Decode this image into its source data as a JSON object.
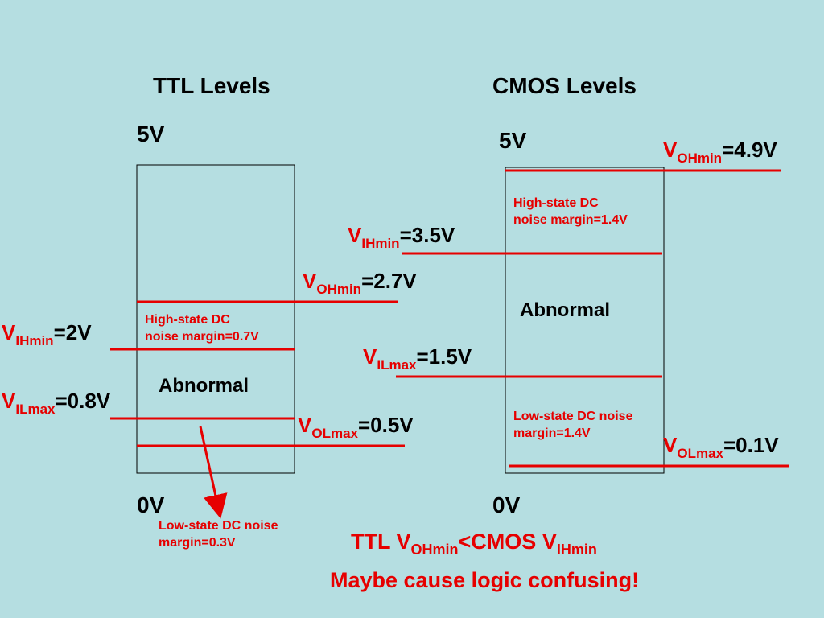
{
  "titles": {
    "ttl": "TTL Levels",
    "cmos": "CMOS  Levels"
  },
  "ttl": {
    "top": "5V",
    "bottom": "0V",
    "abnormal": "Abnormal",
    "voh": {
      "v": "V",
      "sub": "OHmin",
      "val": "=2.7V"
    },
    "vih": {
      "v": "V",
      "sub": "IHmin",
      "val": "=2V"
    },
    "vil": {
      "v": "V",
      "sub": "ILmax",
      "val": "=0.8V"
    },
    "vol": {
      "v": "V",
      "sub": "OLmax",
      "val": "=0.5V"
    },
    "high_margin": {
      "line1": "High-state DC",
      "line2": "noise margin=0.7V"
    },
    "low_margin": {
      "line1": "Low-state DC noise",
      "line2": "margin=0.3V"
    }
  },
  "cmos": {
    "top": "5V",
    "bottom": "0V",
    "abnormal": "Abnormal",
    "voh": {
      "v": "V",
      "sub": "OHmin",
      "val": "=4.9V"
    },
    "vih": {
      "v": "V",
      "sub": "IHmin",
      "val": "=3.5V"
    },
    "vil": {
      "v": "V",
      "sub": "ILmax",
      "val": "=1.5V"
    },
    "vol": {
      "v": "V",
      "sub": "OLmax",
      "val": "=0.1V"
    },
    "high_margin": {
      "line1": "High-state DC",
      "line2": "noise margin=1.4V"
    },
    "low_margin": {
      "line1": "Low-state DC noise",
      "line2": "margin=1.4V"
    }
  },
  "footer": {
    "prefix": "TTL ",
    "v1": "V",
    "sub1": "OHmin",
    "mid": "<CMOS ",
    "v2": "V",
    "sub2": "IHmin",
    "line2": "Maybe cause logic confusing!"
  },
  "colors": {
    "background": "#b5dee1",
    "accent": "#e60000",
    "text": "#000000"
  }
}
